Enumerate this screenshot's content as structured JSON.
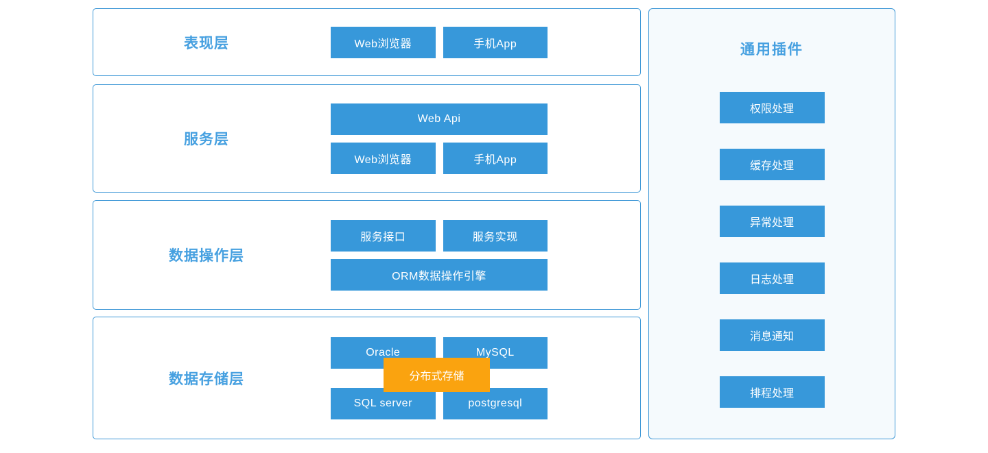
{
  "colors": {
    "node_blue": "#3798da",
    "node_orange": "#faa30f",
    "border_blue": "#3d97d6",
    "title_blue": "#46a0e0",
    "panel_background": "#f5fafd",
    "node_text": "#ffffff"
  },
  "layers": [
    {
      "title": "表现层",
      "rows": [
        [
          "Web浏览器",
          "手机App"
        ]
      ]
    },
    {
      "title": "服务层",
      "rows": [
        [
          "Web Api"
        ],
        [
          "Web浏览器",
          "手机App"
        ]
      ]
    },
    {
      "title": "数据操作层",
      "rows": [
        [
          "服务接口",
          "服务实现"
        ],
        [
          "ORM数据操作引擎"
        ]
      ]
    },
    {
      "title": "数据存储层",
      "rows": [
        [
          "Oracle",
          "MySQL"
        ],
        [
          "SQL server",
          "postgresql"
        ]
      ],
      "overlay": "分布式存储"
    }
  ],
  "plugins": {
    "title": "通用插件",
    "items": [
      "权限处理",
      "缓存处理",
      "异常处理",
      "日志处理",
      "消息通知",
      "排程处理"
    ]
  }
}
